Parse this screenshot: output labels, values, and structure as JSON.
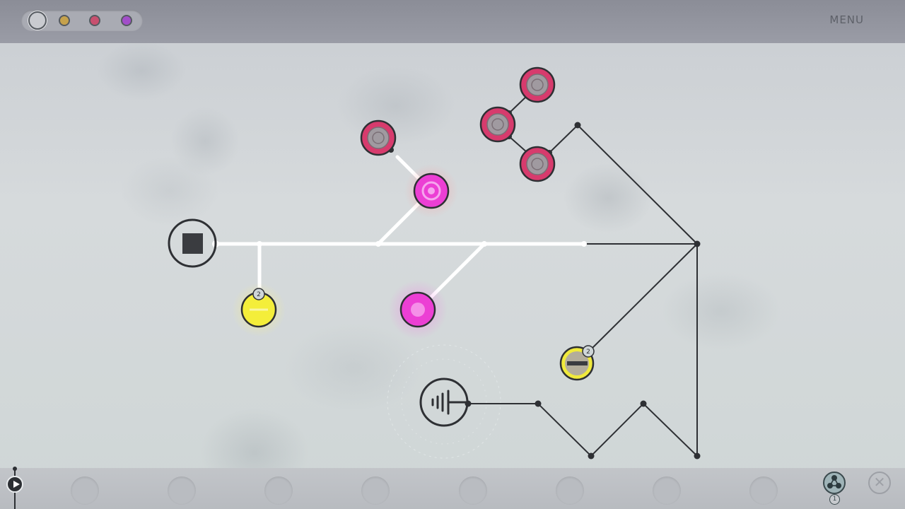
{
  "header": {
    "menu_label": "MENU",
    "palette": [
      {
        "name": "white",
        "color": "#c9cbd0",
        "selected": true
      },
      {
        "name": "yellow",
        "color": "#c6a24c",
        "selected": false
      },
      {
        "name": "pink",
        "color": "#c8506f",
        "selected": false
      },
      {
        "name": "purple",
        "color": "#a24ec9",
        "selected": false
      }
    ]
  },
  "board": {
    "colors": {
      "active_wire": "#ffffff",
      "inactive_wire": "#2e3034",
      "magenta": "#ec3fd4",
      "yellow": "#f4ee3a",
      "pink_ring": "#d73b6d",
      "node_gray": "#a09aa0"
    },
    "yellow_node_badge": "2",
    "dim_yellow_node_badge": "2"
  },
  "footer": {
    "icons": [
      "play-icon",
      "network-icon",
      "close-icon"
    ],
    "network_count": "1",
    "close_symbol": "✕"
  }
}
